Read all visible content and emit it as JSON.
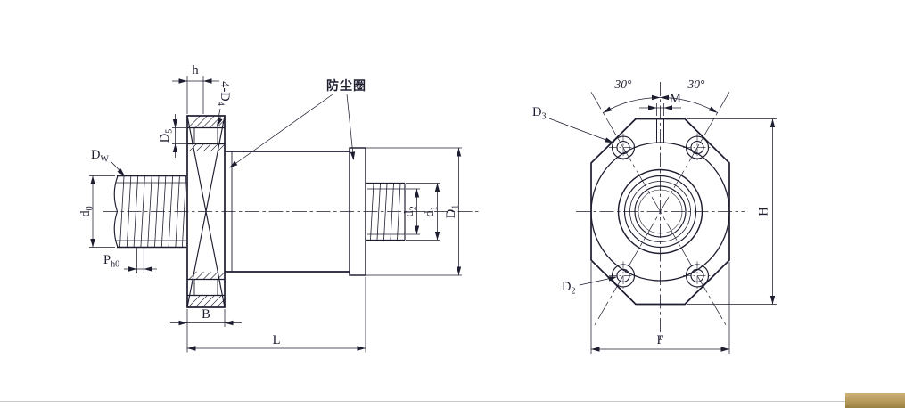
{
  "colors": {
    "line": "#1d1d30",
    "background": "#ffffff",
    "watermark": "#b6995c"
  },
  "side_view": {
    "labels": {
      "h": "h",
      "bolt_holes_base": "4-D",
      "bolt_holes_sub": "4",
      "d5_base": "D",
      "d5_sub": "5",
      "dust_seal": "防尘圈",
      "dw_base": "D",
      "dw_sub": "W",
      "d0_base": "d",
      "d0_sub": "0",
      "ph0_base": "P",
      "ph0_sub": "h0",
      "d2_base": "d",
      "d2_sub": "2",
      "d1_base": "d",
      "d1_sub": "1",
      "big_d1_base": "D",
      "big_d1_sub": "1",
      "B": "B",
      "L": "L"
    }
  },
  "front_view": {
    "labels": {
      "angle_left": "30°",
      "angle_right": "30°",
      "m": "M",
      "d3_base": "D",
      "d3_sub": "3",
      "big_d2_base": "D",
      "big_d2_sub": "2",
      "H": "H",
      "F": "F"
    }
  }
}
